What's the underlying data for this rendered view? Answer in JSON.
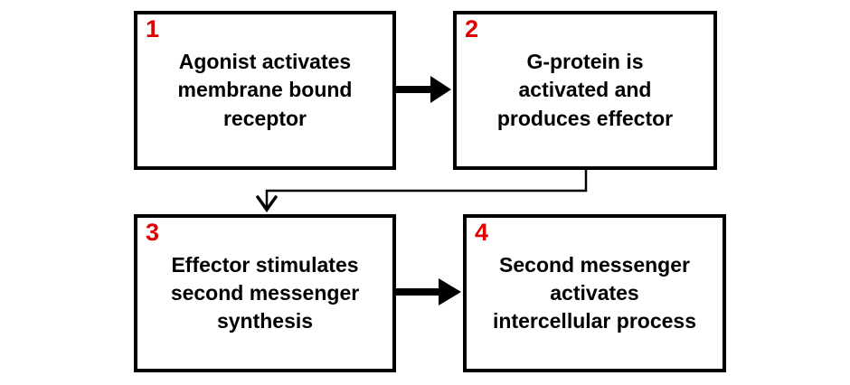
{
  "colors": {
    "background": "#ffffff",
    "box_border": "#000000",
    "step_number": "#e00000",
    "text": "#000000",
    "arrow": "#000000"
  },
  "steps": [
    {
      "number": "1",
      "text": "Agonist activates\nmembrane bound\nreceptor"
    },
    {
      "number": "2",
      "text": "G-protein is\nactivated and\nproduces effector"
    },
    {
      "number": "3",
      "text": "Effector stimulates\nsecond messenger\nsynthesis"
    },
    {
      "number": "4",
      "text": "Second messenger\nactivates\nintercellular process"
    }
  ],
  "connectors": [
    {
      "from": "1",
      "to": "2",
      "type": "thick-right-arrow"
    },
    {
      "from": "2",
      "to": "3",
      "type": "elbow-down-left-arrow"
    },
    {
      "from": "3",
      "to": "4",
      "type": "thick-right-arrow"
    }
  ]
}
